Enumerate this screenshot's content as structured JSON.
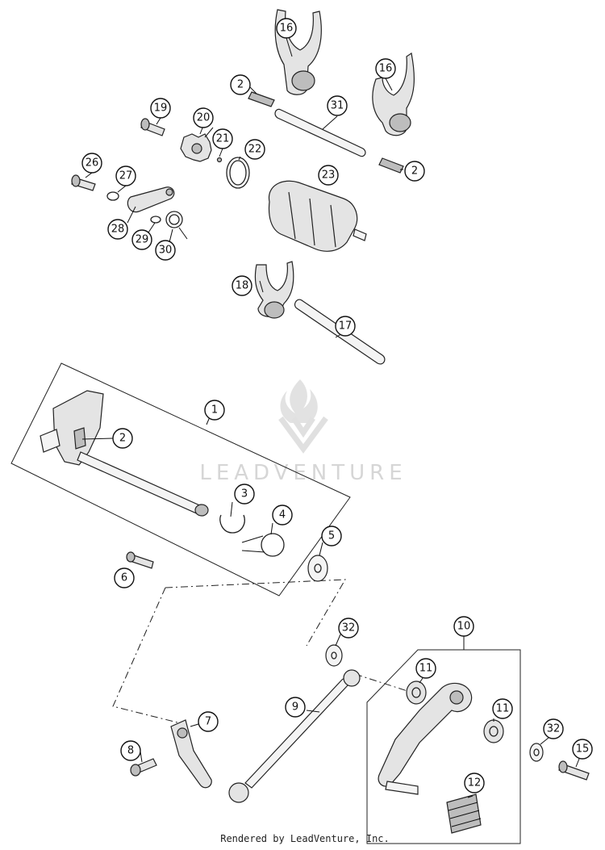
{
  "watermark": {
    "brand": "LEADVENTURE",
    "logo_icon": "leadventure-flame-logo-icon"
  },
  "footer": {
    "rendered_by": "Rendered by LeadVenture, Inc."
  },
  "callouts": [
    {
      "id": "c16a",
      "number": "16",
      "part": "shift-fork-left-icon"
    },
    {
      "id": "c16b",
      "number": "16",
      "part": "shift-fork-right-icon"
    },
    {
      "id": "c2a",
      "number": "2",
      "part": "spring-upper-icon"
    },
    {
      "id": "c31",
      "number": "31",
      "part": "fork-rail-upper-icon"
    },
    {
      "id": "c19",
      "number": "19",
      "part": "bolt-19-icon"
    },
    {
      "id": "c20",
      "number": "20",
      "part": "shift-star-icon"
    },
    {
      "id": "c21",
      "number": "21",
      "part": "pin-21-icon"
    },
    {
      "id": "c22",
      "number": "22",
      "part": "ring-22-icon"
    },
    {
      "id": "c2b",
      "number": "2",
      "part": "spring-right-icon"
    },
    {
      "id": "c26",
      "number": "26",
      "part": "bolt-26-icon"
    },
    {
      "id": "c27",
      "number": "27",
      "part": "washer-27-icon"
    },
    {
      "id": "c23",
      "number": "23",
      "part": "shift-drum-icon"
    },
    {
      "id": "c28",
      "number": "28",
      "part": "locking-lever-icon"
    },
    {
      "id": "c29",
      "number": "29",
      "part": "washer-29-icon"
    },
    {
      "id": "c30",
      "number": "30",
      "part": "torsion-spring-30-icon"
    },
    {
      "id": "c18",
      "number": "18",
      "part": "shift-fork-lower-icon"
    },
    {
      "id": "c17",
      "number": "17",
      "part": "fork-rail-lower-icon"
    },
    {
      "id": "c1",
      "number": "1",
      "part": "shift-shaft-assembly-icon"
    },
    {
      "id": "c2c",
      "number": "2",
      "part": "spring-shaft-icon"
    },
    {
      "id": "c3",
      "number": "3",
      "part": "circlip-3-icon"
    },
    {
      "id": "c4",
      "number": "4",
      "part": "return-spring-4-icon"
    },
    {
      "id": "c5",
      "number": "5",
      "part": "washer-5-icon"
    },
    {
      "id": "c6",
      "number": "6",
      "part": "stud-6-icon"
    },
    {
      "id": "c32a",
      "number": "32",
      "part": "washer-32-left-icon"
    },
    {
      "id": "c10",
      "number": "10",
      "part": "shift-lever-assembly-icon"
    },
    {
      "id": "c11a",
      "number": "11",
      "part": "bearing-11-left-icon"
    },
    {
      "id": "c9",
      "number": "9",
      "part": "shift-linkage-rod-icon"
    },
    {
      "id": "c11b",
      "number": "11",
      "part": "bearing-11-right-icon"
    },
    {
      "id": "c7",
      "number": "7",
      "part": "shift-arm-7-icon"
    },
    {
      "id": "c32b",
      "number": "32",
      "part": "washer-32-right-icon"
    },
    {
      "id": "c8",
      "number": "8",
      "part": "bolt-8-icon"
    },
    {
      "id": "c15",
      "number": "15",
      "part": "bolt-15-icon"
    },
    {
      "id": "c12",
      "number": "12",
      "part": "rubber-pad-12-icon"
    }
  ]
}
